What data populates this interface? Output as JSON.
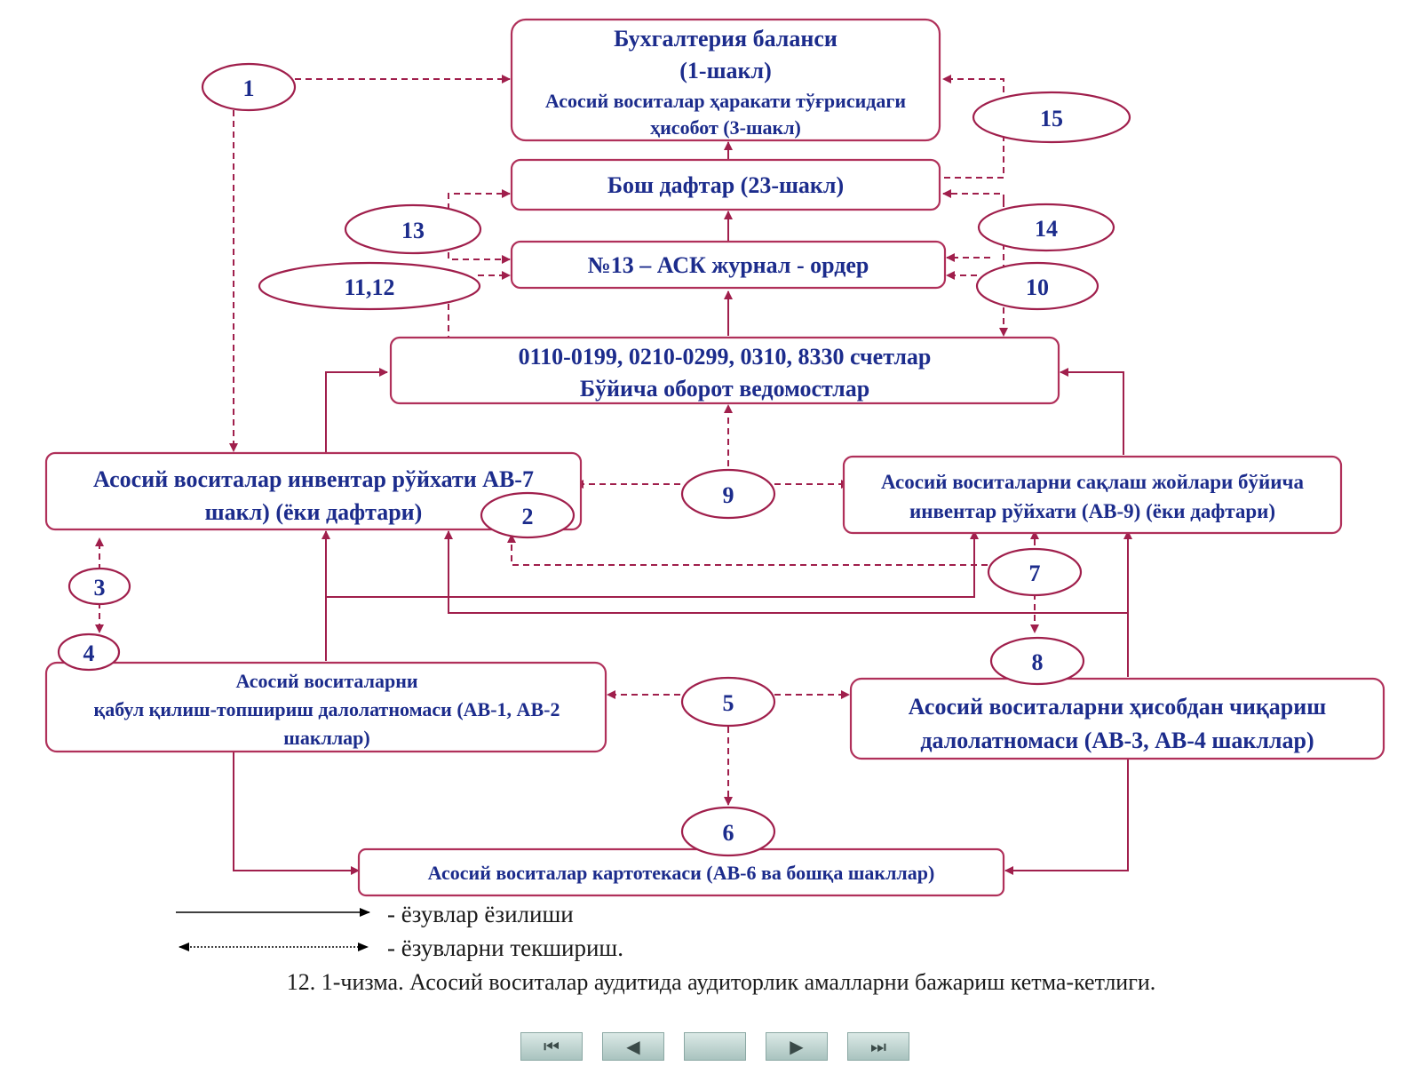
{
  "boxes": {
    "balance": [
      "Бухгалтерия баланси",
      "(1-шакл)",
      "Асосий воситалар ҳаракати тўғрисидаги",
      "ҳисобот (3-шакл)"
    ],
    "ledger": [
      "Бош дафтар (23-шакл)"
    ],
    "journal": [
      "№13 – АСК журнал - ордер"
    ],
    "turnover": [
      "0110-0199, 0210-0299, 0310, 8330 счетлар",
      "Бўйича оборот ведомостлар"
    ],
    "inventory_ab7": [
      "Асосий воситалар инвентар рўйхати АВ-7",
      "шакл) (ёки дафтари)"
    ],
    "inventory_ab9": [
      "Асосий воситаларни сақлаш жойлари бўйича",
      "инвентар рўйхати (АВ-9) (ёки дафтари)"
    ],
    "acceptance": [
      "Асосий воситаларни",
      "қабул қилиш-топшириш далолатномаси (АВ-1, АВ-2",
      "шакллар)"
    ],
    "writeoff": [
      "Асосий воситаларни ҳисобдан чиқариш",
      "далолатномаси (АВ-3, АВ-4 шакллар)"
    ],
    "cards": [
      "Асосий воситалар картотекаси (АВ-6 ва бошқа шакллар)"
    ]
  },
  "ovals": {
    "o1": "1",
    "o2": "2",
    "o3": "3",
    "o4": "4",
    "o5": "5",
    "o6": "6",
    "o7": "7",
    "o8": "8",
    "o9": "9",
    "o10": "10",
    "o1112": "11,12",
    "o13": "13",
    "o14": "14",
    "o15": "15"
  },
  "legend": {
    "solid_label": "- ёзувлар ёзилиши",
    "dotted_label": "- ёзувларни текшириш."
  },
  "caption": "12. 1-чизма. Асосий воситалар аудитида аудиторлик амалларни бажариш кетма-кетлиги.",
  "nav": {
    "first": "⏮",
    "prev": "◀",
    "blank": "",
    "next": "▶",
    "last": "⏭"
  },
  "colors": {
    "box_border": "#b0305a",
    "text": "#1c2c8c",
    "arrow": "#a01f4c"
  }
}
